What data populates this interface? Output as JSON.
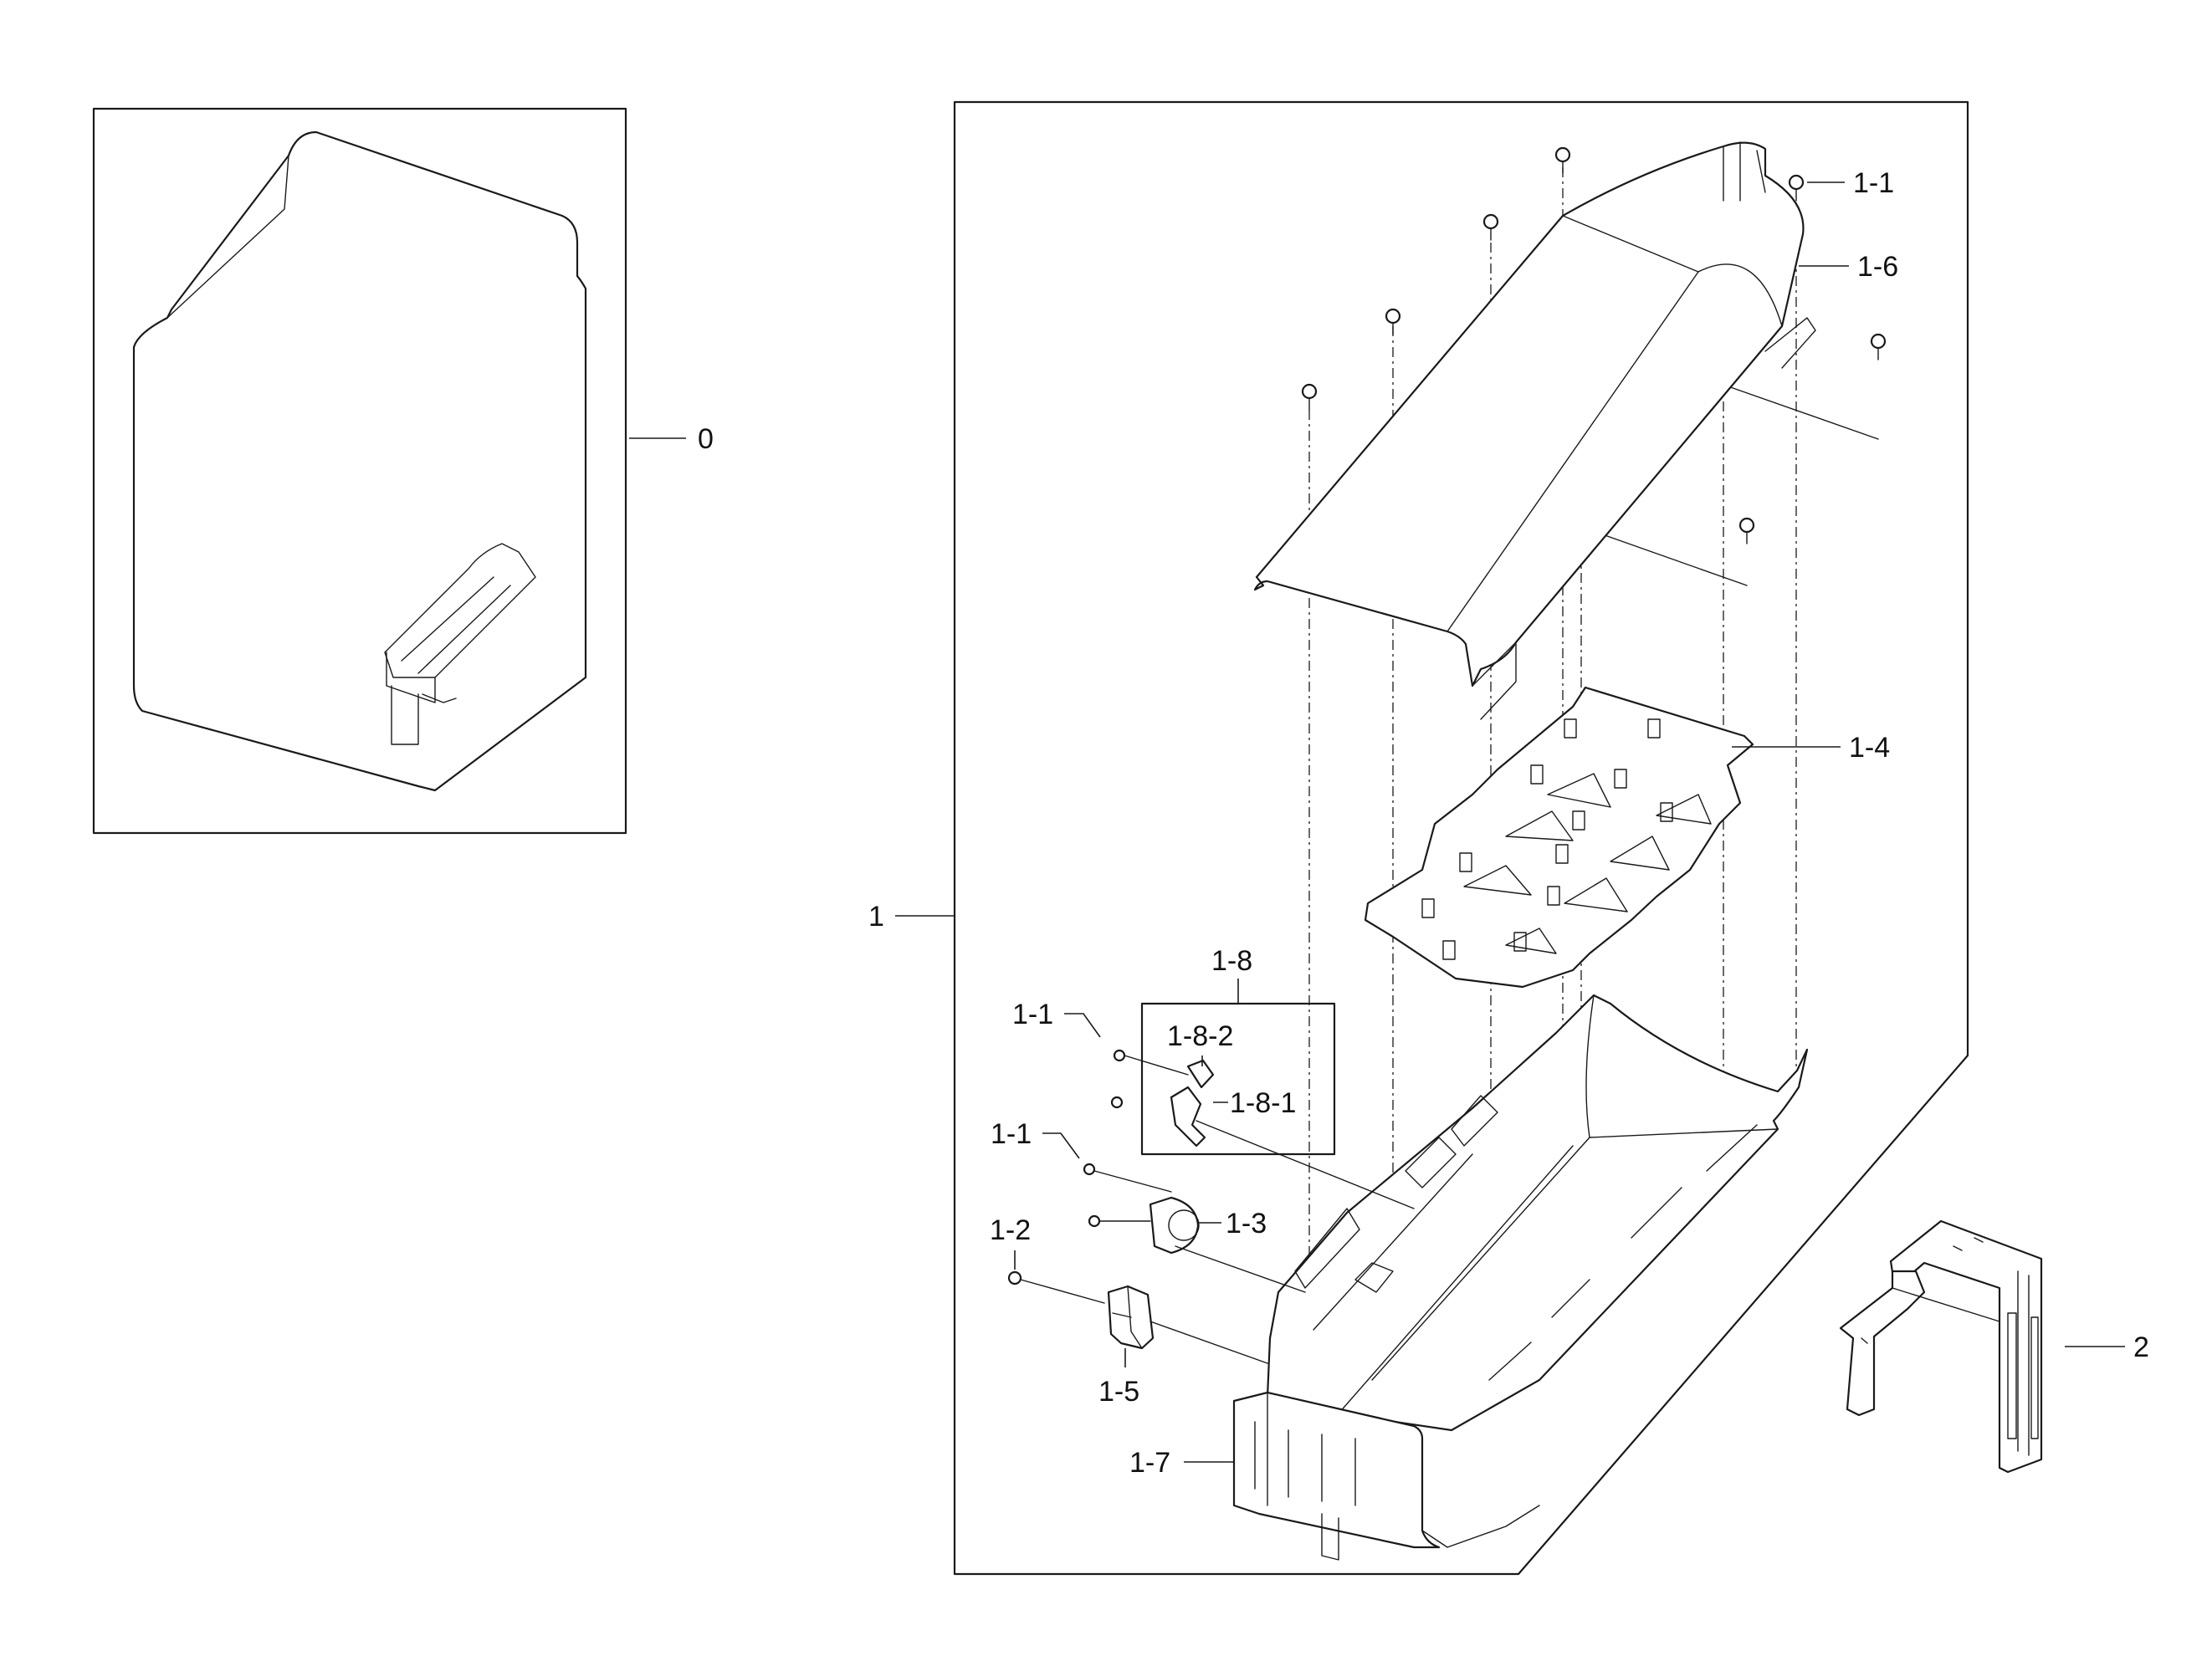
{
  "labels": {
    "dryer": "0",
    "duct_assembly": "1",
    "screw_top": "1-1",
    "screw_mid_1": "1-1",
    "screw_mid_2": "1-1",
    "screw_1_2": "1-2",
    "thermostat": "1-3",
    "heater_plate": "1-4",
    "bracket_1_5": "1-5",
    "cover_1_6": "1-6",
    "base_1_7": "1-7",
    "fuse_group": "1-8",
    "fuse_1_8_1": "1-8-1",
    "fuse_1_8_2": "1-8-2",
    "bracket_2": "2"
  }
}
